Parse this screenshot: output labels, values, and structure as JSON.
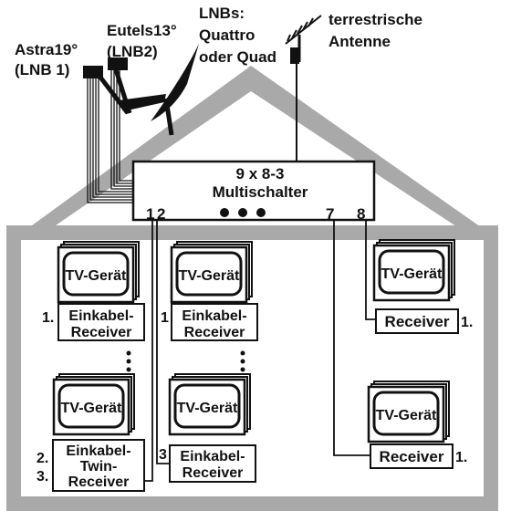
{
  "labels": {
    "astra_line1": "Astra19°",
    "astra_line2": "(LNB 1)",
    "eutels_line1": "Eutels13°",
    "eutels_line2": "(LNB2)",
    "lnbs_line1": "LNBs:",
    "lnbs_line2": "Quattro",
    "lnbs_line3": "oder Quad",
    "antenna_line1": "terrestrische",
    "antenna_line2": "Antenne"
  },
  "multiswitch": {
    "title_line1": "9 x 8-3",
    "title_line2": "Multischalter",
    "port_1": "1",
    "port_2": "2",
    "port_7": "7",
    "port_8": "8"
  },
  "devices": {
    "tv_label": "TV-Gerät",
    "einkabel_line1": "Einkabel-",
    "einkabel_line2": "Receiver",
    "twin_line1": "Einkabel-",
    "twin_line2": "Twin-",
    "twin_line3": "Receiver",
    "receiver_label": "Receiver"
  },
  "numbers": {
    "n1": "1.",
    "n2": "2.",
    "n3": "3.",
    "n3_mid": "3",
    "n1_mid": "1"
  },
  "colors": {
    "house": "#a9a9a9",
    "line": "#111111",
    "tv_shadow": "#777777"
  }
}
